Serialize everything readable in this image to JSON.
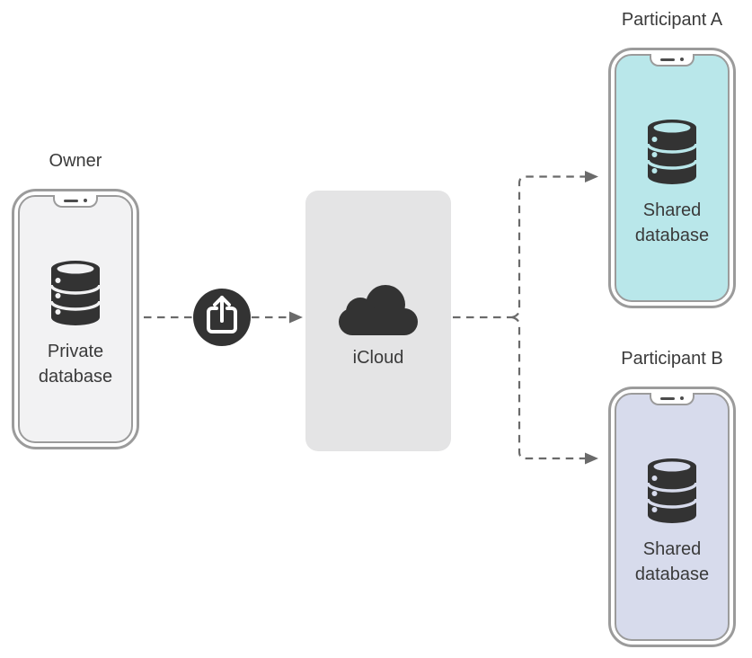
{
  "owner": {
    "label": "Owner",
    "screen_text": "Private database"
  },
  "icloud": {
    "label": "iCloud"
  },
  "participants": [
    {
      "label": "Participant A",
      "screen_text": "Shared database"
    },
    {
      "label": "Participant B",
      "screen_text": "Shared database"
    }
  ],
  "icons": {
    "share": "share-icon",
    "cloud": "cloud-icon",
    "database": "database-icon"
  },
  "colors": {
    "canvas": "#ffffff",
    "ink": "#333333",
    "frame": "#9b9b9b",
    "connector": "#6a6a6a",
    "text": "#3a3a3a",
    "owner_screen": "#f2f2f3",
    "icloud_box": "#e4e4e5",
    "participant_a_screen": "#b9e7ea",
    "participant_b_screen": "#d7dbec",
    "share_circle": "#333333"
  }
}
